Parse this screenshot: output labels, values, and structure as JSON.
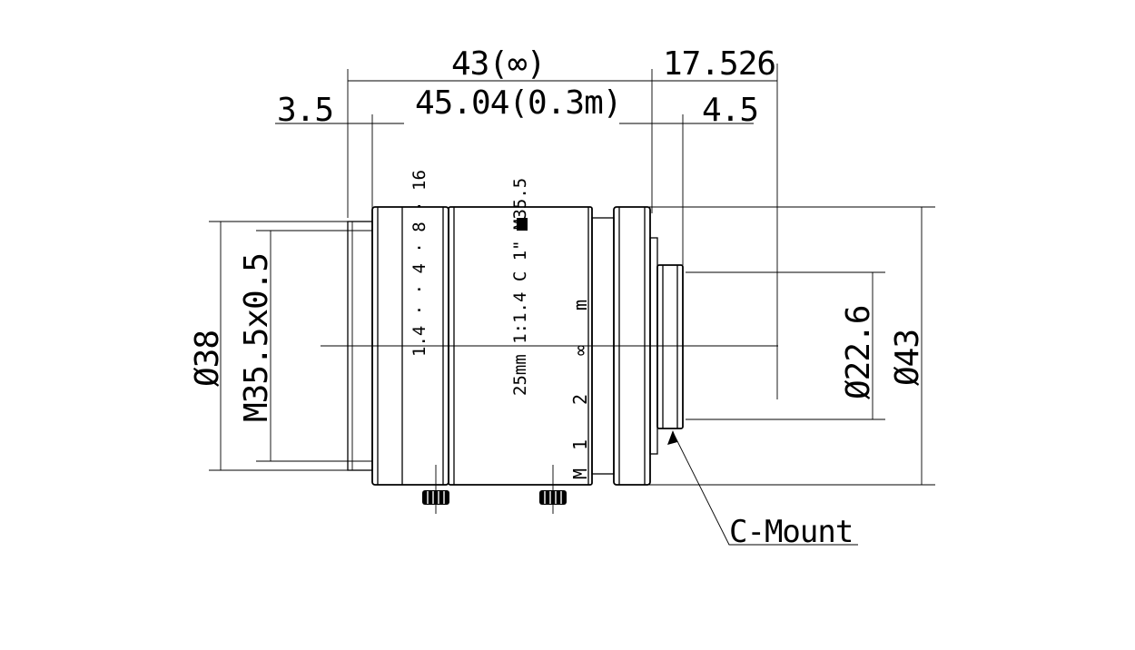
{
  "dimensions": {
    "overall_length_inf": "43(∞)",
    "flange_back": "17.526",
    "front_step": "3.5",
    "overall_length_close": "45.04(0.3m)",
    "mount_depth": "4.5",
    "front_diameter": "Ø38",
    "filter_thread": "M35.5x0.5",
    "mount_diameter": "Ø22.6",
    "body_diameter": "Ø43"
  },
  "labels": {
    "mount_type": "C-Mount"
  },
  "lens_markings": {
    "aperture_scale": "1.4 · · 4 · 8 · 16",
    "lens_spec": "25mm 1:1.4 C 1\" M35.5",
    "focus_scale": [
      "m",
      "∞",
      "2",
      "1",
      "M"
    ]
  },
  "colors": {
    "line": "#000000",
    "background": "#ffffff"
  }
}
